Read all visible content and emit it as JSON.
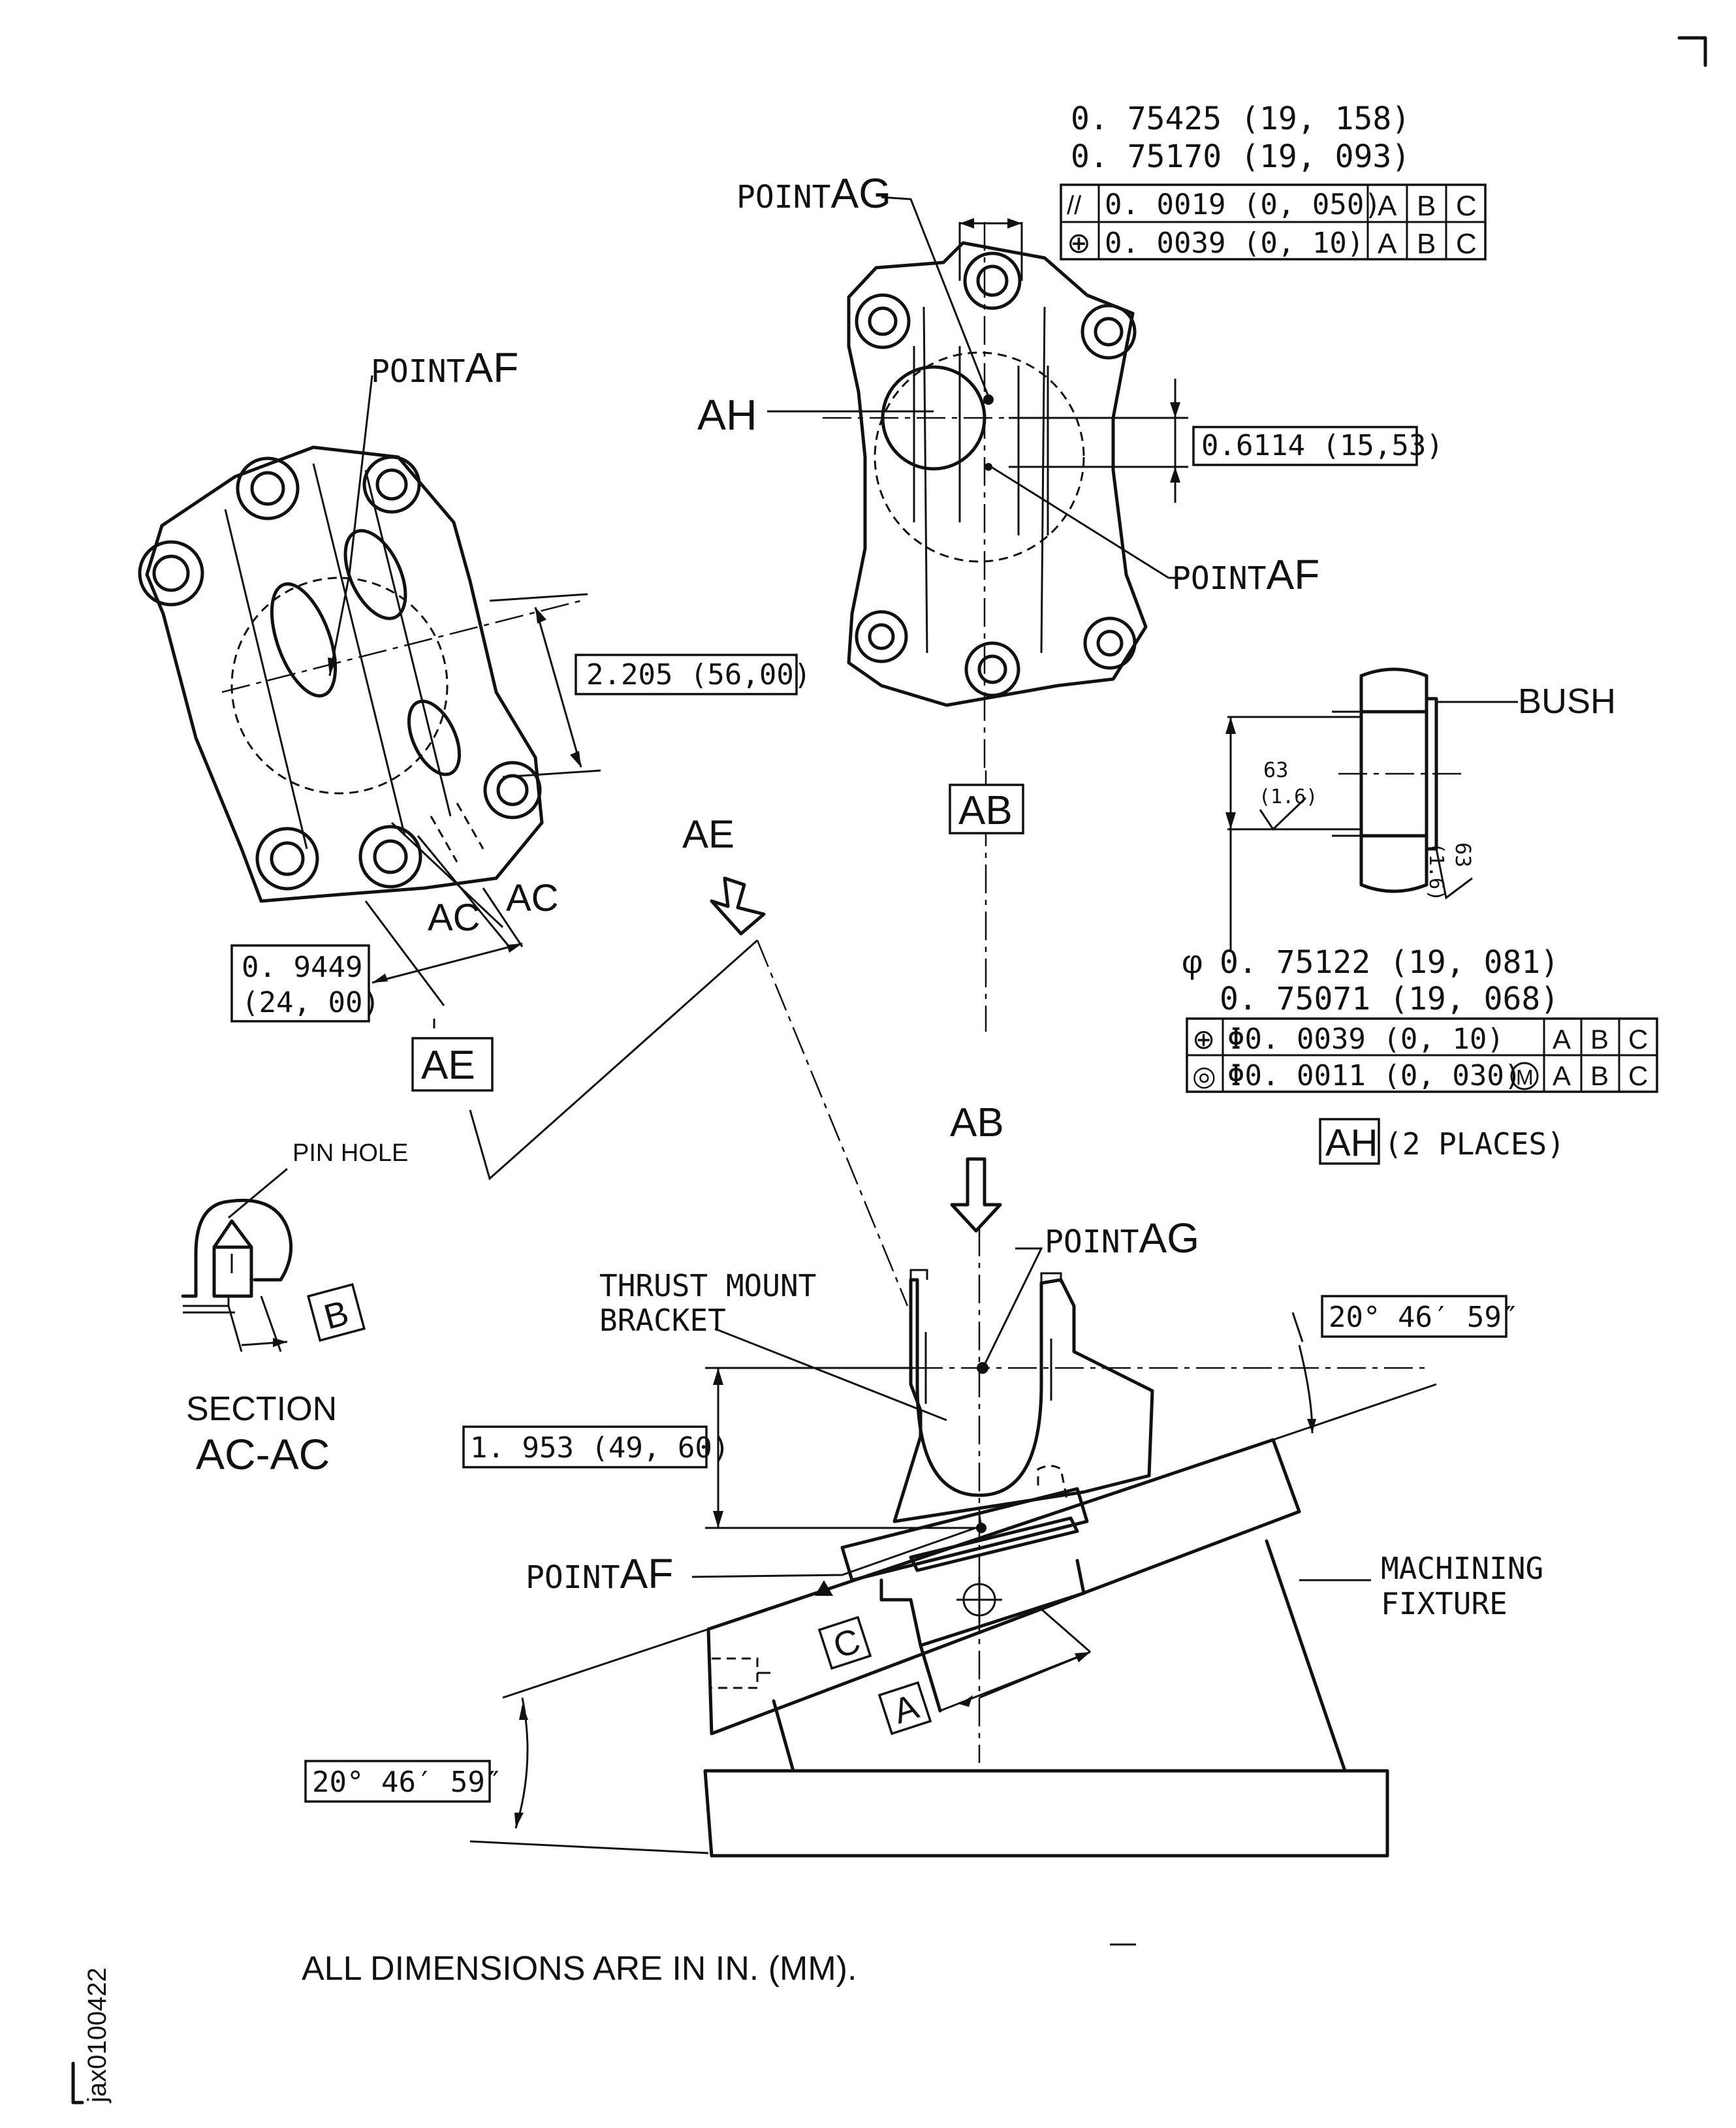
{
  "labels": {
    "point_ag_prefix": "POINT",
    "ag": "AG",
    "point_af_prefix": "POINT",
    "af": "AF",
    "ah": "AH",
    "ab": "AB",
    "ae": "AE",
    "ac": "AC",
    "bush": "BUSH",
    "pin_hole": "PIN HOLE",
    "section_line1": "SECTION",
    "section_line2": "AC-AC",
    "thrust_line1": "THRUST MOUNT",
    "thrust_line2": "BRACKET",
    "machining_line1": "MACHINING",
    "machining_line2": "FIXTURE",
    "datum_a": "A",
    "datum_b": "B",
    "datum_c": "C",
    "two_places": "(2 PLACES)",
    "footer_note": "ALL DIMENSIONS ARE IN IN. (MM).",
    "figure_id": "jax0100422"
  },
  "dimensions": {
    "top_upper": "0. 75425  (19, 158)",
    "top_lower": "0. 75170  (19, 093)",
    "fcf_parallel_value": "0. 0019  (0, 050)",
    "fcf_position_value": "0. 0039  (0, 10)",
    "dim_06114": "0.6114 (15,53)",
    "dim_2205": "2.205 (56,00)",
    "dim_09449_line1": "0. 9449",
    "dim_09449_line2": "(24, 00)",
    "bush_dia_upper": "0. 75122  (19, 081)",
    "bush_dia_lower": "0. 75071  (19, 068)",
    "dia_symbol": "φ",
    "fcf_bush_position_value": "Φ0. 0039 (0, 10)",
    "fcf_bush_concentric_value": "Φ0. 0011 (0, 030)",
    "mmc_symbol": "M",
    "dim_1953": "1. 953  (49, 60)",
    "angle_top": "20° 46′ 59″",
    "angle_bottom": "20° 46′ 59″",
    "surface_finish_value": "63",
    "surface_finish_metric": "(1.6)"
  },
  "symbols": {
    "parallelism": "//",
    "position": "⊕",
    "concentricity": "◎",
    "datum_refs": [
      "A",
      "B",
      "C"
    ]
  }
}
